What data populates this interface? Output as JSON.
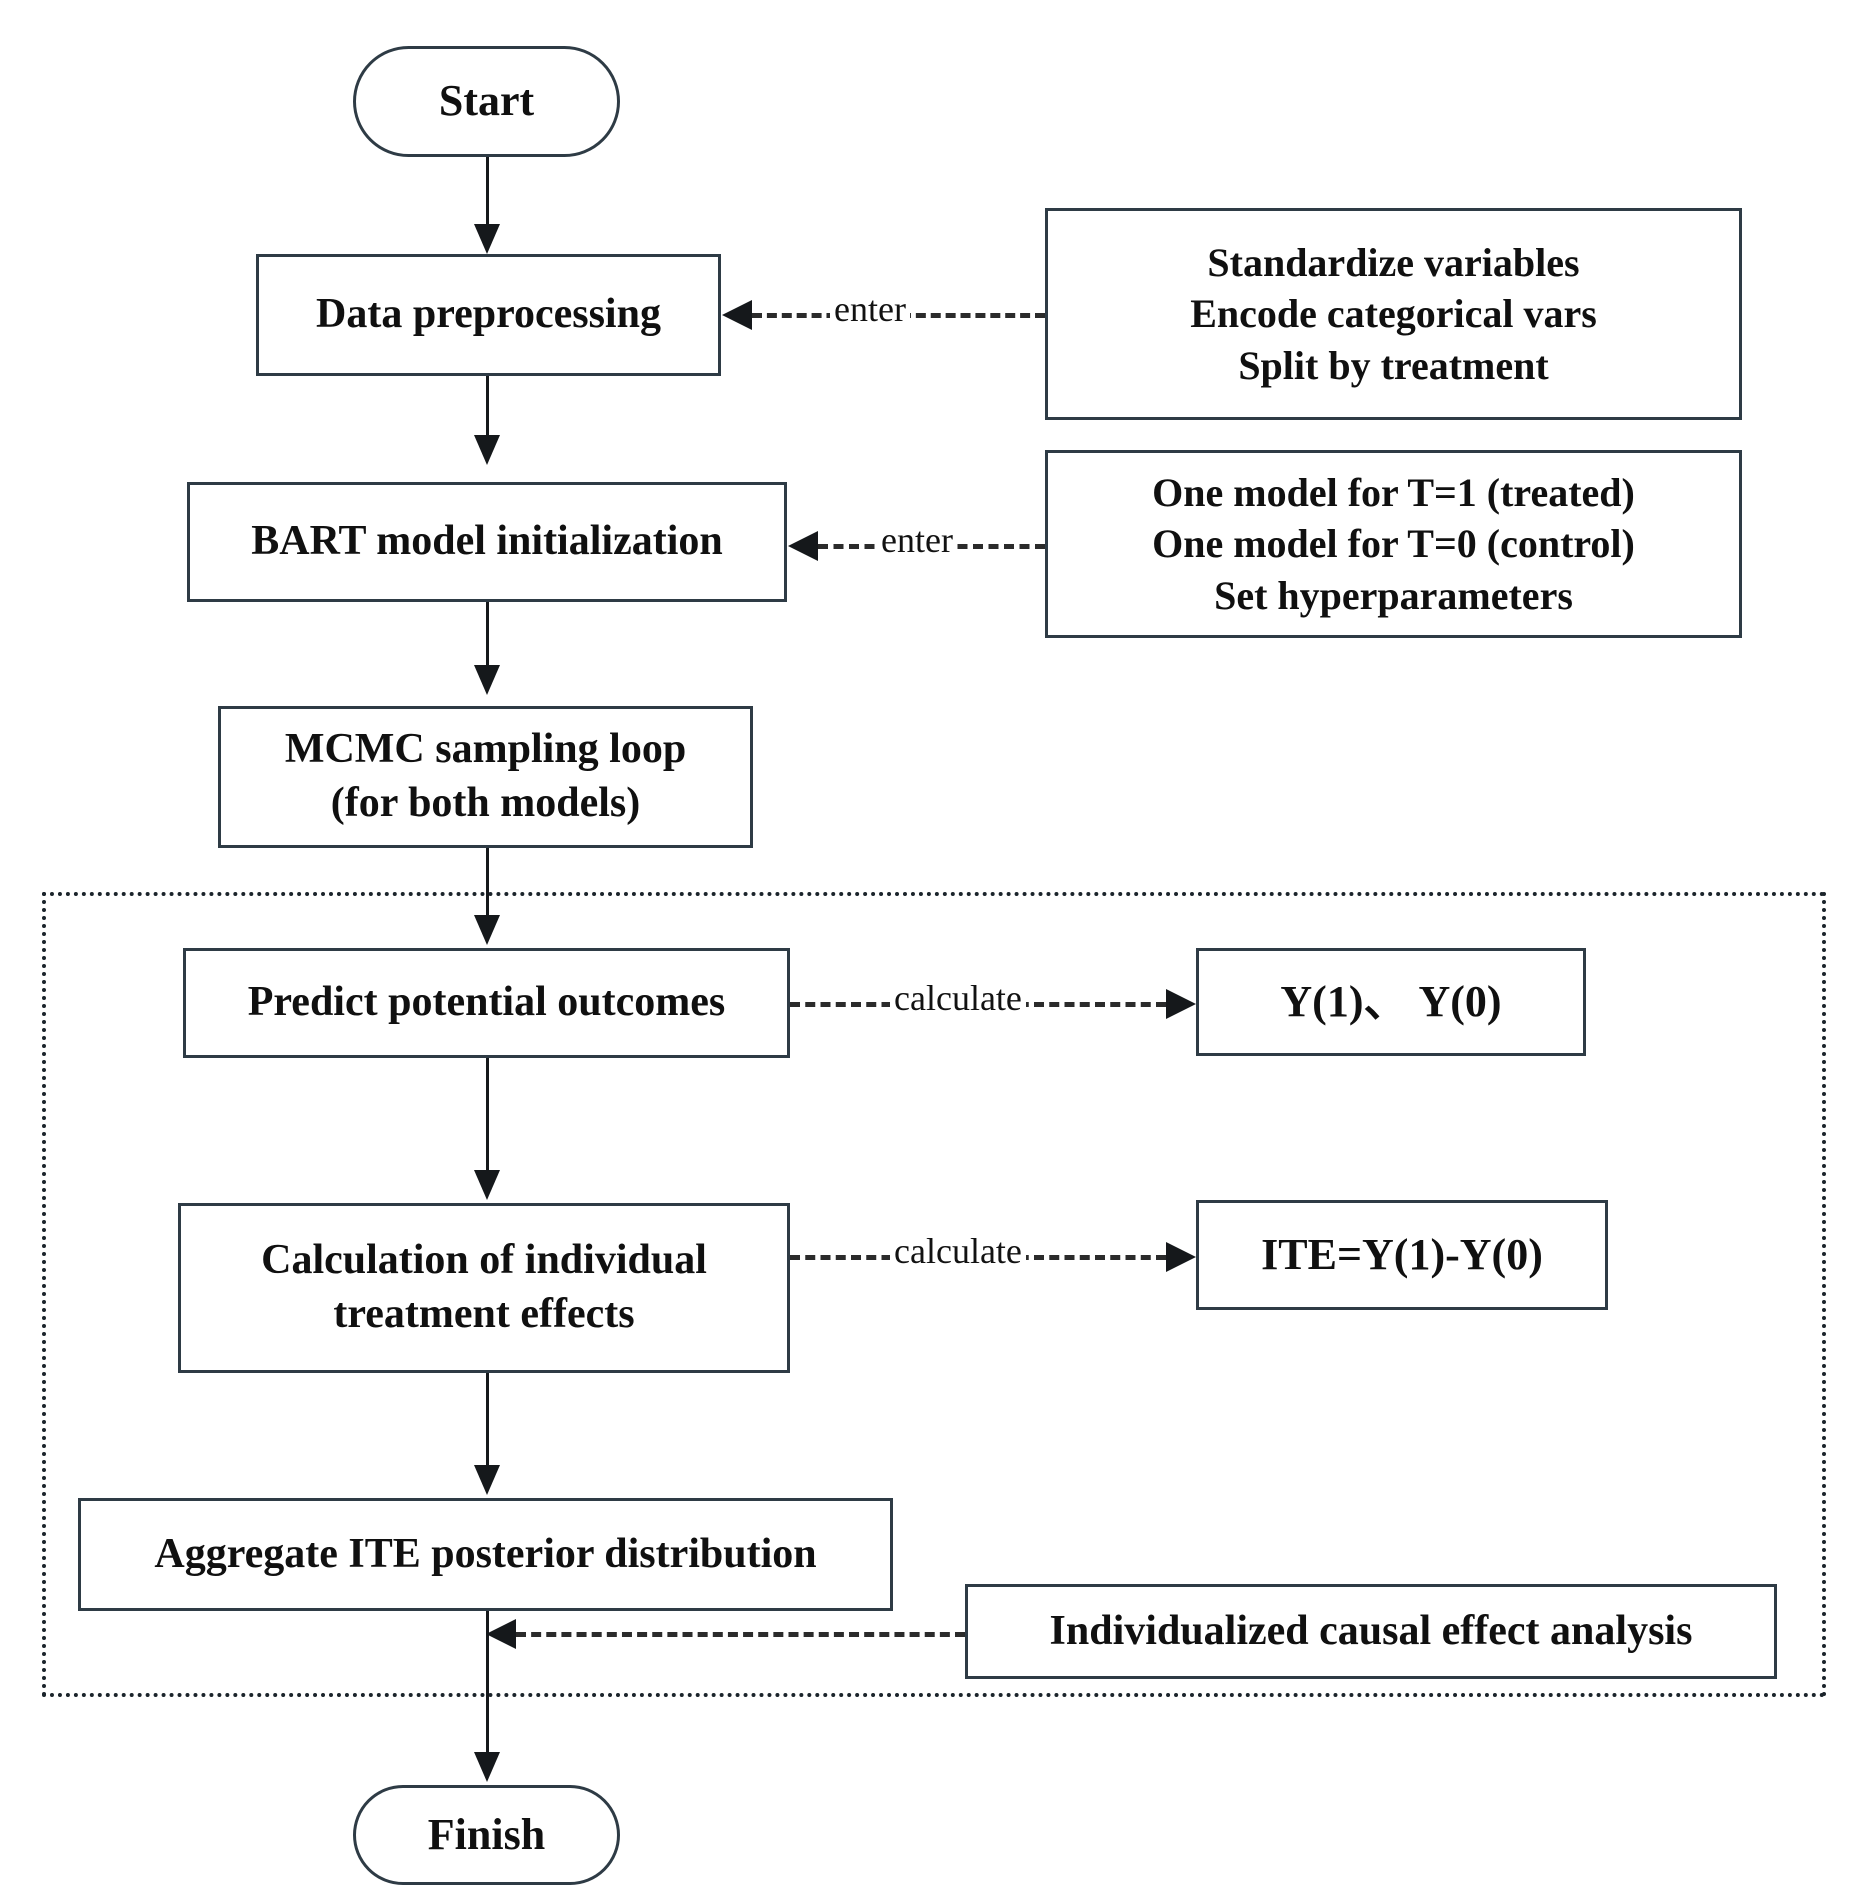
{
  "diagram": {
    "title": "BART causal inference workflow flowchart",
    "accent_border_color": "#2e3b45",
    "line_color": "#15181b",
    "group_border_color": "#1b242b"
  },
  "nodes": {
    "start": {
      "label": "Start",
      "shape": "terminal"
    },
    "finish": {
      "label": "Finish",
      "shape": "terminal"
    },
    "data_preprocessing": {
      "label": "Data preprocessing",
      "shape": "process"
    },
    "bart_init": {
      "label": "BART model initialization",
      "shape": "process"
    },
    "mcmc": {
      "line1": "MCMC sampling loop",
      "line2": "(for both models)",
      "shape": "process"
    },
    "predict": {
      "label": "Predict potential outcomes",
      "shape": "process"
    },
    "ite_calc": {
      "line1": "Calculation of individual",
      "line2": "treatment effects",
      "shape": "process"
    },
    "aggregate": {
      "label": "Aggregate ITE posterior distribution",
      "shape": "process"
    },
    "preprocess_detail": {
      "line1": "Standardize variables",
      "line2": "Encode categorical vars",
      "line3": "Split by treatment",
      "shape": "note"
    },
    "bart_detail": {
      "line1": "One model for T=1 (treated)",
      "line2": "One model for T=0 (control)",
      "line3": "Set hyperparameters",
      "shape": "note"
    },
    "outcomes": {
      "label": "Y(1)、 Y(0)",
      "shape": "note"
    },
    "ite_formula": {
      "label": "ITE=Y(1)-Y(0)",
      "shape": "note"
    },
    "individualized": {
      "label": "Individualized causal effect analysis",
      "shape": "note"
    }
  },
  "edge_labels": {
    "enter_preprocessing": "enter",
    "enter_bart": "enter",
    "calculate_outcomes": "calculate",
    "calculate_ite": "calculate"
  },
  "flow_order": [
    "Start",
    "Data preprocessing",
    "BART model initialization",
    "MCMC sampling loop (for both models)",
    "Predict potential outcomes",
    "Calculation of individual treatment effects",
    "Aggregate ITE posterior distribution",
    "Finish"
  ]
}
